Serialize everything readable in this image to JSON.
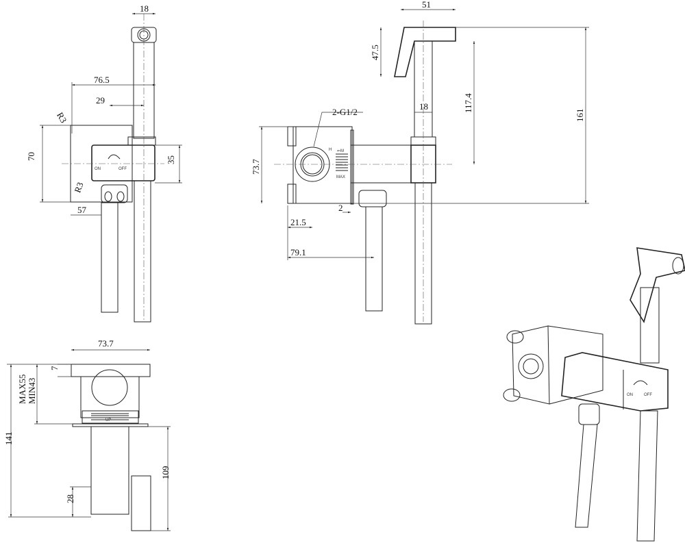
{
  "front_view": {
    "dim_head_width": "18",
    "dim_total_depth": "76.5",
    "dim_offset": "29",
    "radius_top": "R3",
    "radius_bottom": "R3",
    "dim_height": "70",
    "dim_body_height": "35",
    "dim_left": "57",
    "label_on": "ON",
    "label_off": "OFF"
  },
  "side_view": {
    "dim_head_length": "51",
    "dim_head_height": "47.5",
    "dim_head_to_body": "117.4",
    "dim_handle_width": "18",
    "dim_total_height": "161",
    "thread_label": "2-G1/2",
    "dim_box_height": "73.7",
    "dim_box_offset": "21.5",
    "dim_plate": "2",
    "dim_total_length": "79.1",
    "mark_h": "H",
    "mark_m": "⇐M",
    "mark_max": "MAX"
  },
  "top_view": {
    "dim_width": "73.7",
    "dim_flange": "7",
    "dim_max": "MAX55",
    "dim_min": "MIN43",
    "dim_total": "141",
    "label_up": "UP",
    "dim_valve": "109",
    "dim_bottom": "28"
  },
  "iso_view": {
    "label_on": "ON",
    "label_off": "OFF"
  }
}
